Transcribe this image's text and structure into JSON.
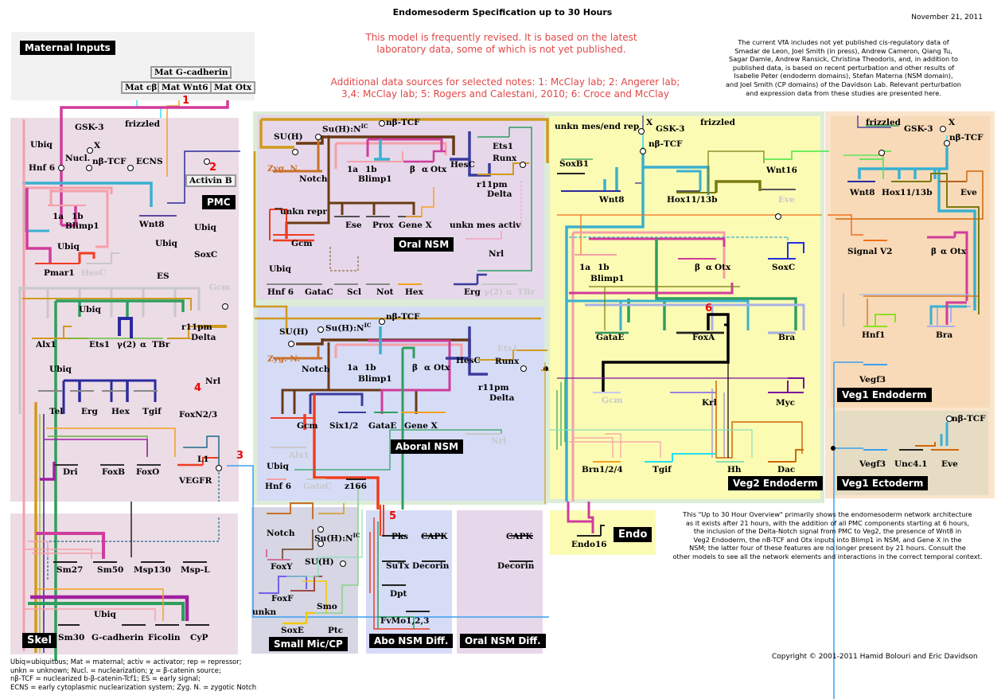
{
  "header": {
    "title": "Endomesoderm Specification up to 30 Hours",
    "date": "November 21, 2011",
    "revision_notice": [
      "This model is frequently revised. It is based on the latest",
      "laboratory data, some of which is not yet published."
    ],
    "data_sources": [
      "Additional data sources for selected notes: 1: McClay lab; 2: Angerer lab;",
      "3,4: McClay lab; 5: Rogers and Calestani, 2010; 6: Croce and McClay"
    ],
    "credits": [
      "The current VfA includes not yet published cis-regulatory data of",
      "Smadar de Leon, Joel Smith (in press), Andrew Cameron, Qiang Tu,",
      "Sagar Damle, Andrew Ransick, Christina Theodoris, and, in addition to",
      "published data, is based on recent perturbation and other results of",
      "Isabelle Peter (endoderm domains), Stefan Materna (NSM domain),",
      "and Joel Smith (CP domains) of the Davidson Lab. Relevant perturbation",
      "and expression data from these studies are presented here."
    ]
  },
  "regions": {
    "maternal": {
      "label": "Maternal Inputs",
      "boxes": [
        "Mat G-cadherin",
        "Mat cβ",
        "Mat Wnt6",
        "Mat Otx"
      ]
    },
    "pmc": {
      "label": "PMC",
      "genes": [
        "GSK-3",
        "frizzled",
        "X",
        "Nucl.",
        "nβ-TCF",
        "ECNS",
        "Ubiq",
        "Hnf 6",
        "1a",
        "1b",
        "Blimp1",
        "Wnt8",
        "Activin B",
        "Ubiq",
        "SoxC",
        "Ubiq",
        "Pmar1",
        "HesC",
        "Ubiq",
        "ES",
        "Gcm",
        "Ubiq",
        "Alx1",
        "Ets1",
        "γ(2)",
        "α",
        "TBr",
        "r11pm",
        "Delta",
        "Nrl",
        "Ubiq",
        "Tel",
        "Erg",
        "Hex",
        "Tgif",
        "FoxN2/3",
        "L1",
        "Dri",
        "FoxB",
        "FoxO",
        "VEGFR"
      ]
    },
    "skel": {
      "label": "Skel",
      "genes": [
        "Sm27",
        "Sm50",
        "Msp130",
        "Msp-L",
        "Ubiq",
        "Sm30",
        "G-cadherin",
        "Ficolin",
        "CyP"
      ]
    },
    "oral_nsm": {
      "label": "Oral NSM",
      "genes": [
        "SU(H)",
        "Su(H):N",
        "IC",
        "nβ-TCF",
        "Zyg. N.",
        "Notch",
        "1a",
        "1b",
        "Blimp1",
        "β",
        "α",
        "Otx",
        "Ets1",
        "Runx",
        "HesC",
        "r11pm",
        "Delta",
        "unkn repr",
        "Gcm",
        "Ese",
        "Prox",
        "Gene X",
        "unkn mes activ",
        "Nrl",
        "Ubiq",
        "Hnf 6",
        "GataC",
        "Scl",
        "Not",
        "Hex",
        "Erg",
        "γ(2)",
        "α",
        "TBr"
      ]
    },
    "aboral_nsm": {
      "label": "Aboral NSM",
      "genes": [
        "SU(H)",
        "Su(H):N",
        "IC",
        "nβ-TCF",
        "Zyg. N.",
        "Notch",
        "1a",
        "1b",
        "Blimp1",
        "β",
        "α",
        "Otx",
        "HesC",
        "Ets1",
        "Runx",
        "r11pm",
        "Delta",
        "Gcm",
        "Six1/2",
        "GataE",
        "Gene X",
        "Nrl",
        "Alx1",
        "Ubiq",
        "Hnf 6",
        "GataC",
        "z166"
      ]
    },
    "small_mic": {
      "label": "Small Mic/CP",
      "genes": [
        "Notch",
        "Su(H):N",
        "IC",
        "FoxY",
        "SU(H)",
        "FoxF",
        "Smo",
        "unkn",
        "SoxE",
        "Ptc"
      ]
    },
    "abo_nsm_diff": {
      "label": "Abo NSM Diff.",
      "genes": [
        "Pks",
        "CAPK",
        "SuTx",
        "Decorin",
        "Dpt",
        "FvMo1,2,3"
      ]
    },
    "oral_nsm_diff": {
      "label": "Oral NSM Diff.",
      "genes": [
        "CAPK",
        "Decorin"
      ]
    },
    "veg2": {
      "label": "Veg2 Endoderm",
      "genes": [
        "unkn mes/end rep",
        "SoxB1",
        "X",
        "GSK-3",
        "frizzled",
        "nβ-TCF",
        "Wnt16",
        "Wnt8",
        "Hox11/13b",
        "Eve",
        "1a",
        "1b",
        "Blimp1",
        "β",
        "α",
        "Otx",
        "SoxC",
        "GataE",
        "FoxA",
        "Bra",
        "Gcm",
        "Krl",
        "Myc",
        "Brn1/2/4",
        "Tgif",
        "Hh",
        "Dac"
      ]
    },
    "endo": {
      "label": "Endo",
      "genes": [
        "Endo16"
      ]
    },
    "veg1_endo": {
      "label": "Veg1 Endoderm",
      "genes": [
        "frizzled",
        "GSK-3",
        "X",
        "nβ-TCF",
        "Wnt8",
        "Hox11/13b",
        "Eve",
        "Signal V2",
        "β",
        "α",
        "Otx",
        "Hnf1",
        "Bra",
        "Vegf3"
      ]
    },
    "veg1_ecto": {
      "label": "Veg1 Ectoderm",
      "genes": [
        "nβ-TCF",
        "Vegf3",
        "Unc4.1",
        "Eve"
      ]
    }
  },
  "notes": [
    "1",
    "2",
    "3",
    "4",
    "5",
    "6"
  ],
  "footer": {
    "overview": [
      "This \"Up to 30 Hour Overview\" primarily shows the endomesoderm network architecture",
      "as it exists after 21 hours, with the addition of all PMC components starting at 6 hours,",
      "the inclusion of the Delta-Notch signal from PMC to Veg2, the presence of Wnt8 in",
      "Veg2 Endoderm, the nB-TCF and Otx inputs into Blimp1 in NSM, and Gene X in the",
      "NSM; the latter four of these features are no longer present by 21 hours.  Consult the",
      "other models to see all the network elements and interactions in the correct temporal context."
    ],
    "copyright": "Copyright © 2001-2011 Hamid Bolouri and Eric Davidson",
    "legend": [
      "Ubiq=ubiquitous; Mat = maternal; activ = activator; rep = repressor;",
      "unkn = unknown; Nucl. = nuclearization; χ = β-catenin source;",
      "nβ-TCF = nuclearized b-β-catenin-Tcf1; ES = early signal;",
      "ECNS = early cytoplasmic nuclearization system; Zyg. N. = zygotic Notch"
    ]
  },
  "colors": {
    "pmc_bg": "#ecdce6",
    "nsm_outer_bg": "#dcecd8",
    "oral_bg": "#e6d8ea",
    "aboral_bg": "#d6dcf6",
    "veg2_bg": "#fbfbb4",
    "veg1_bg": "#f8dab8",
    "veg1_ecto_bg": "#e6dcc4",
    "small_mic_bg": "#d6d6e4",
    "maternal_bg": "#f2f2f2",
    "note_red": "#ee0000"
  }
}
